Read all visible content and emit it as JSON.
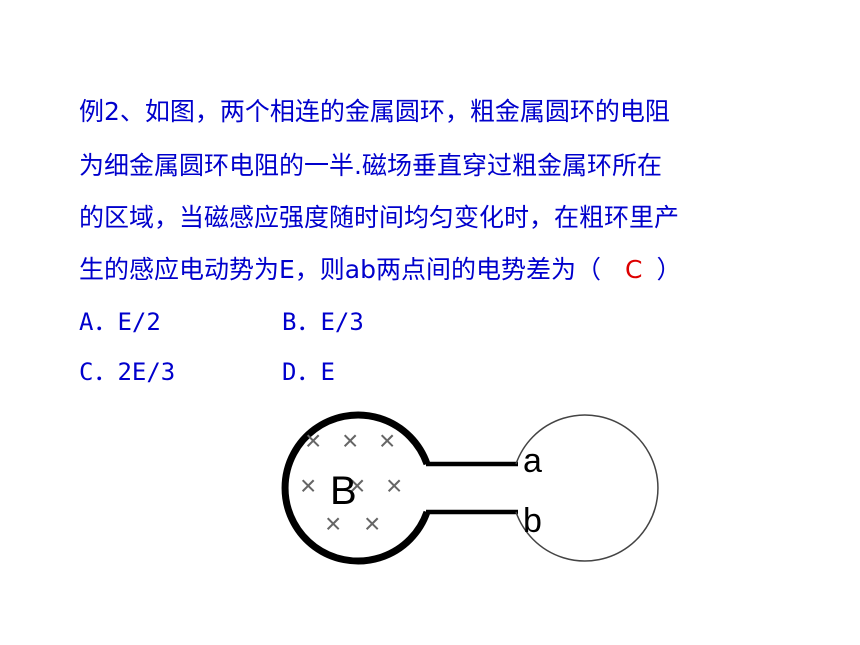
{
  "question": {
    "line1": "例2、如图，两个相连的金属圆环，粗金属圆环的电阻",
    "line2": "为细金属圆环电阻的一半.磁场垂直穿过粗金属环所在",
    "line3": "的区域，当磁感应强度随时间均匀变化时，在粗环里产",
    "line4_prefix": "生的感应电动势为E，则ab两点间的电势差为（",
    "answer": "C",
    "line4_suffix": "）"
  },
  "options": {
    "a": "A．E/2",
    "b": "B．E/3",
    "c": "C．2E/3",
    "d": "D．E"
  },
  "figure": {
    "field_label": "B",
    "label_a": "a",
    "label_b": "b",
    "field_symbol": "×",
    "colors": {
      "question_text": "#0000cc",
      "answer_text": "#dd0000",
      "thick_ring": "#000000",
      "thin_ring": "#444444"
    }
  }
}
